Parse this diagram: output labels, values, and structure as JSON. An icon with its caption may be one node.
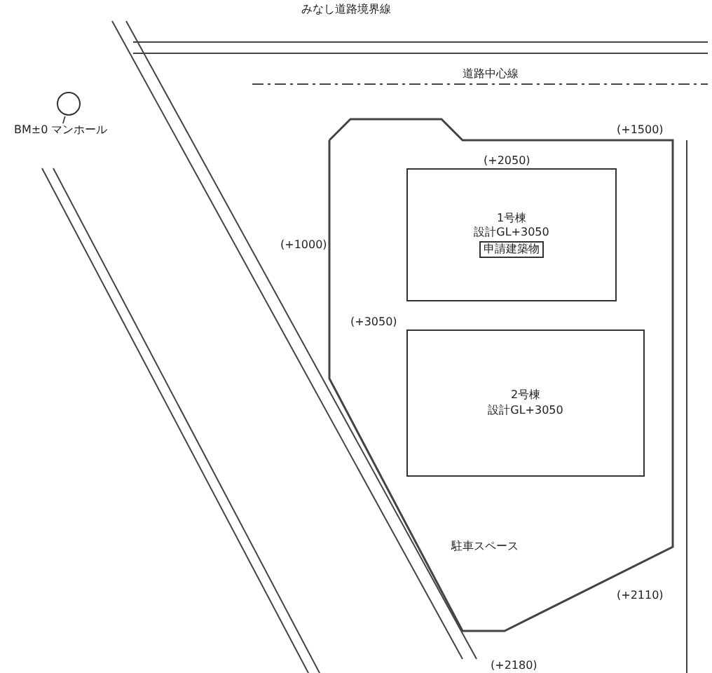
{
  "diagram": {
    "nodes": [
      {
        "text": [
          "BM±0 マンホール"
        ]
      },
      {
        "text": [],
        "shape": "circle"
      },
      {
        "text": [
          "1号棟",
          "設計GL+3050",
          "申請建築物"
        ]
      },
      {
        "text": [
          "2号棟",
          "設計GL+3050"
        ]
      }
    ],
    "edges": [
      {
        "from": 0,
        "to": 1,
        "arrow": "none"
      }
    ],
    "labels": [
      "みなし道路境界線",
      "道路中心線",
      "駐車スペース",
      "(+2050)",
      "(+3050)",
      "(+2110)",
      "(+2180)",
      "(+1000)",
      "(+1500)"
    ]
  }
}
